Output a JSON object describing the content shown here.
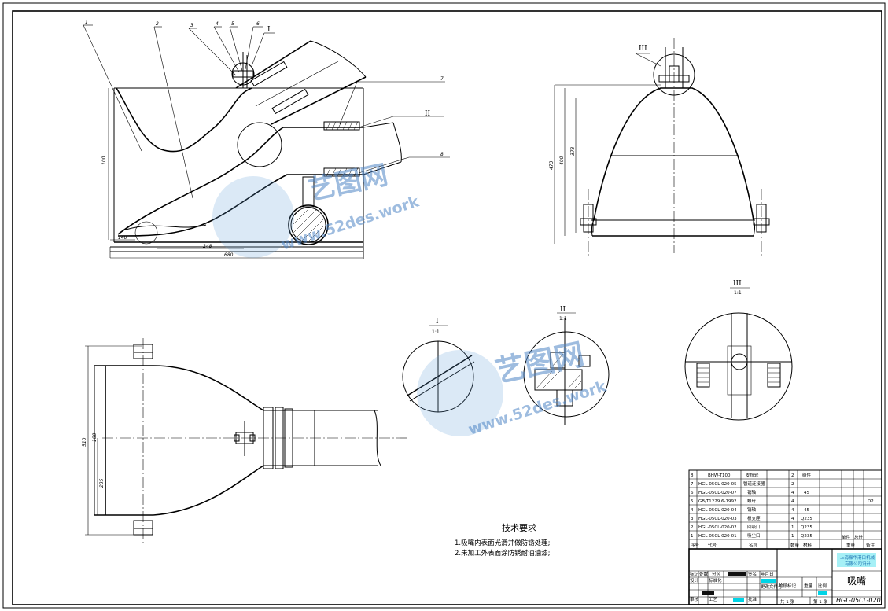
{
  "drawing": {
    "title": "吸嘴",
    "code": "HGL-05CL-020",
    "company_line": "上海振华港口机械",
    "company_line2": "有限公司设计",
    "sheet_total": "共 1 张",
    "sheet_no": "第 1 张",
    "scale_label": "比例",
    "weight_label": "重量",
    "stage_label": "阶段标记",
    "titleblock_labels": [
      "标记",
      "处数",
      "分区",
      "更改文件号",
      "签名",
      "年月日",
      "设计",
      "标准化",
      "审核",
      "工艺",
      "批准"
    ]
  },
  "tech_requirements": {
    "heading": "技术要求",
    "items": [
      "1.吸嘴内表面光滑并做防锈处理;",
      "2.未加工外表面涂防锈耐油油漆;"
    ]
  },
  "bom": {
    "header": [
      "序号",
      "代号",
      "名称",
      "数量",
      "材料",
      "单件",
      "总计",
      "备注"
    ],
    "header_mass": "重量",
    "rows": [
      {
        "no": "8",
        "code": "BHW-T100",
        "name": "支撑轮",
        "qty": "2",
        "mat": "组件",
        "remark": ""
      },
      {
        "no": "7",
        "code": "HGL-05CL-020-05",
        "name": "管道连接器",
        "qty": "2",
        "mat": "",
        "remark": ""
      },
      {
        "no": "6",
        "code": "HGL-05CL-020-07",
        "name": "销轴",
        "qty": "4",
        "mat": "45",
        "remark": ""
      },
      {
        "no": "5",
        "code": "GB/T1229.6-1992",
        "name": "螺母",
        "qty": "4",
        "mat": "",
        "remark": "D2"
      },
      {
        "no": "4",
        "code": "HGL-05CL-020-04",
        "name": "销轴",
        "qty": "4",
        "mat": "45",
        "remark": ""
      },
      {
        "no": "3",
        "code": "HGL-05CL-020-03",
        "name": "板支座",
        "qty": "4",
        "mat": "Q235",
        "remark": ""
      },
      {
        "no": "2",
        "code": "HGL-05CL-020-02",
        "name": "回吸口",
        "qty": "1",
        "mat": "Q235",
        "remark": ""
      },
      {
        "no": "1",
        "code": "HGL-05CL-020-01",
        "name": "吸尘口",
        "qty": "1",
        "mat": "Q235",
        "remark": ""
      }
    ]
  },
  "views": {
    "detail_I": {
      "label": "I",
      "scale": "1:1"
    },
    "detail_II": {
      "label": "II",
      "scale": "1:1"
    },
    "detail_III": {
      "label": "III",
      "scale": "1:1"
    },
    "callouts": [
      "1",
      "2",
      "3",
      "4",
      "5",
      "6",
      "7",
      "8",
      "I",
      "II",
      "III"
    ],
    "dims_main": [
      "100",
      "140",
      "248",
      "680"
    ],
    "dims_side": [
      "473",
      "400",
      "373"
    ],
    "dims_plan": [
      "510",
      "180",
      "235"
    ]
  },
  "watermark": {
    "text1": "艺图网",
    "text2": "www.52des.work"
  }
}
